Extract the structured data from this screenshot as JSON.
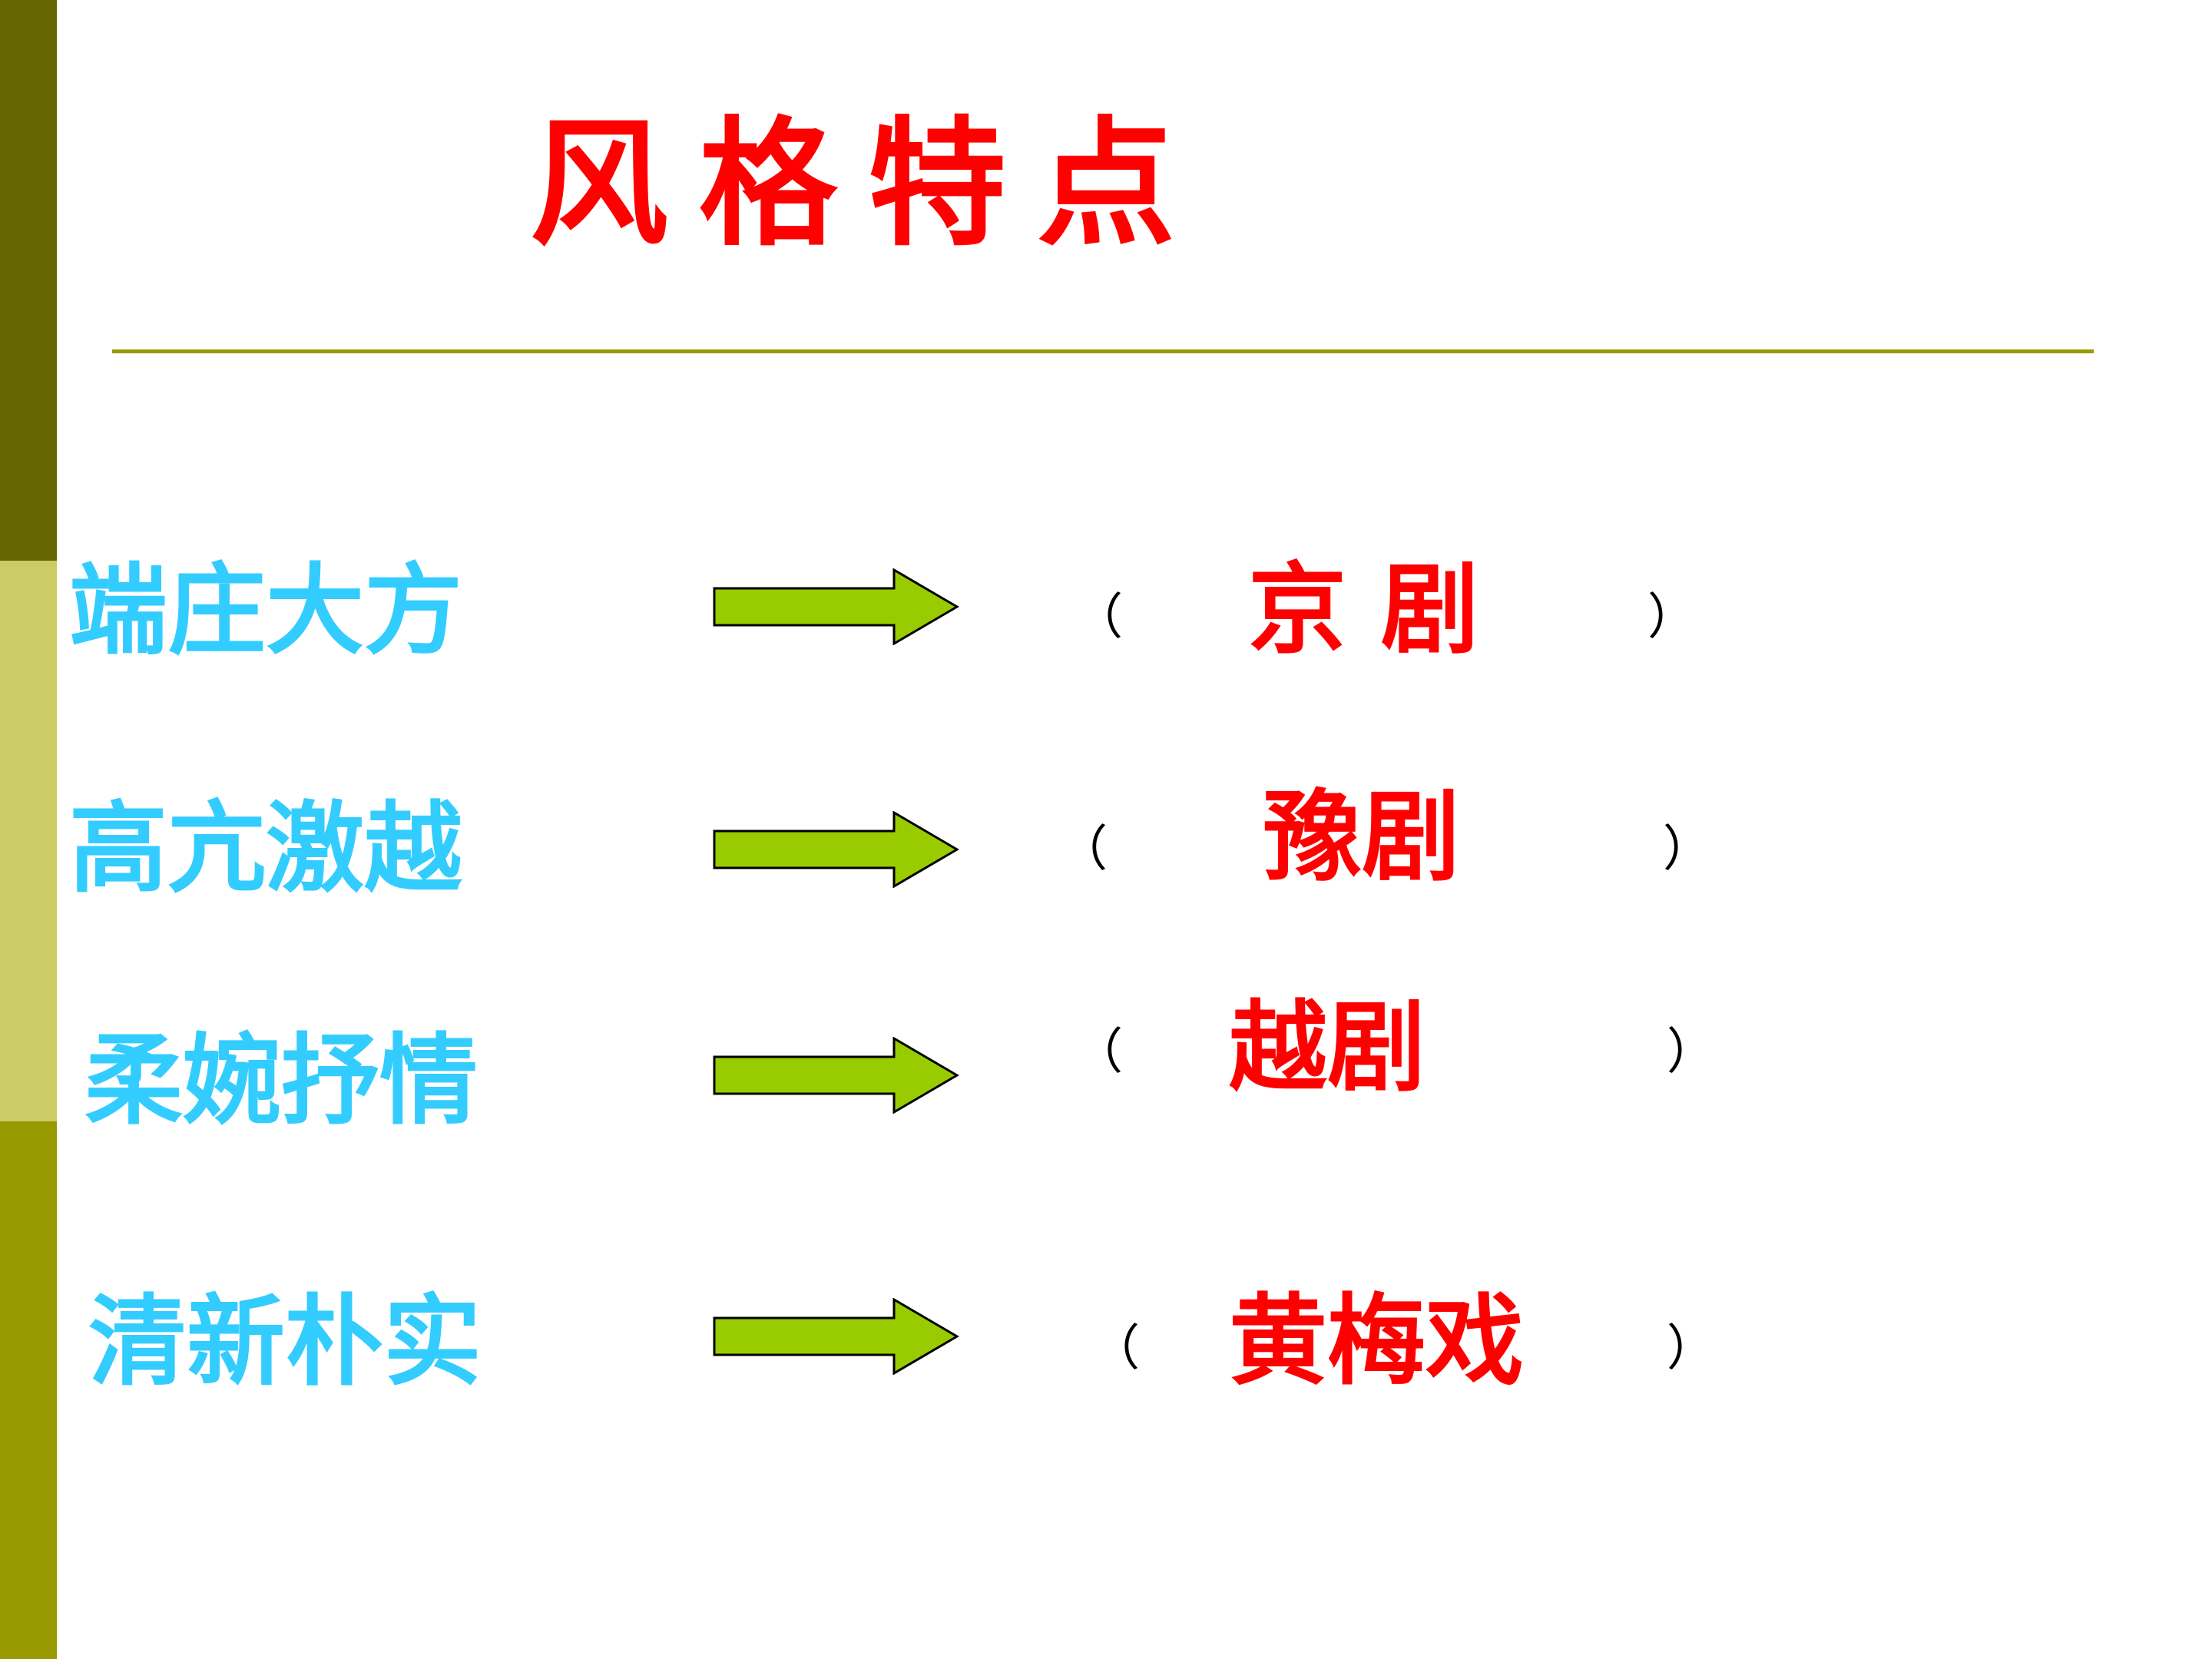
{
  "slide": {
    "title": "风格特点",
    "colors": {
      "sidebar_top": "#666600",
      "sidebar_mid": "#cccc66",
      "sidebar_bottom": "#999900",
      "divider": "#999900",
      "title": "#ff0000",
      "style_text": "#33ccff",
      "opera_text": "#ff0000",
      "arrow_fill": "#99cc00"
    },
    "rows": [
      {
        "style": "端庄大方",
        "open": "（",
        "opera": "京 剧",
        "close": "）"
      },
      {
        "style": "高亢激越",
        "open": "（",
        "opera": "豫剧",
        "close": "）"
      },
      {
        "style": "柔婉抒情",
        "open": "（",
        "opera": "越剧",
        "close": "）"
      },
      {
        "style": "清新朴实",
        "open": "（",
        "opera": "黄梅戏",
        "close": "）"
      }
    ]
  }
}
